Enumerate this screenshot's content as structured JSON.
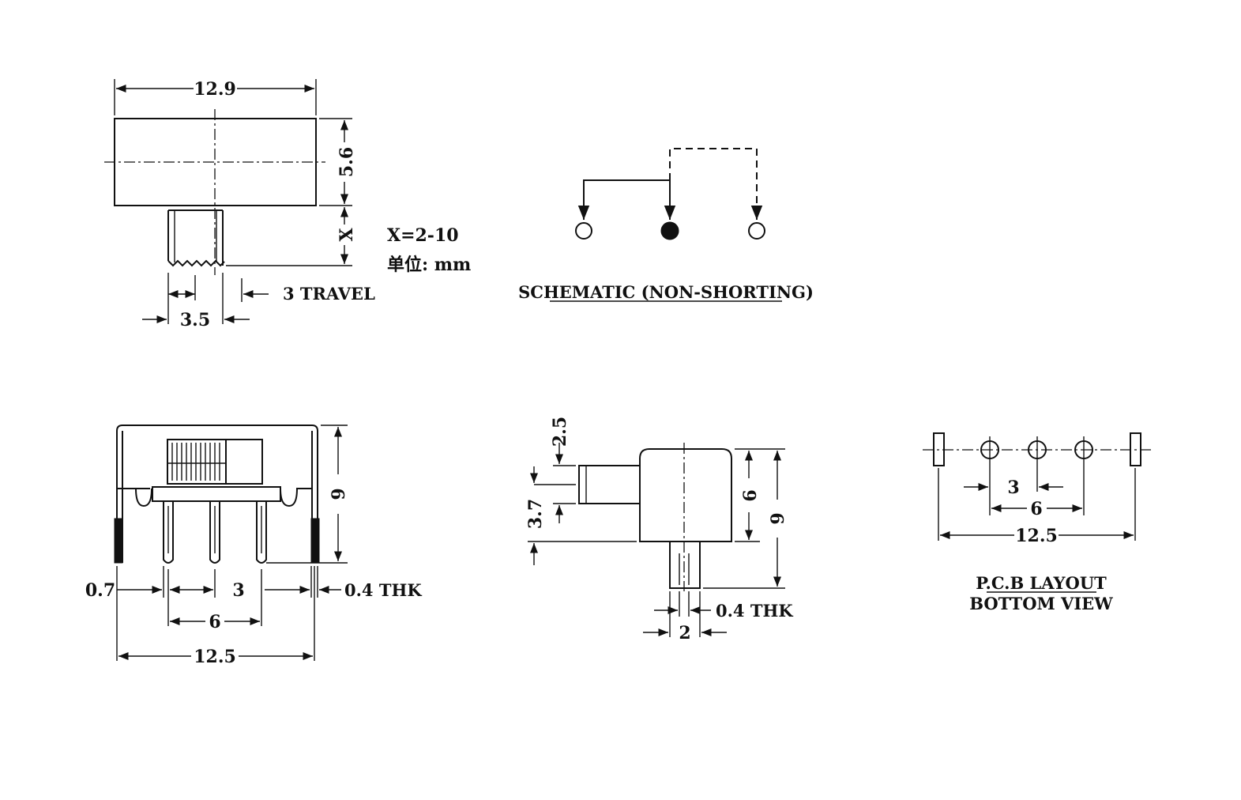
{
  "top_view": {
    "width": "12.9",
    "height": "5.6",
    "x_dim": "X",
    "x_range": "X=2-10",
    "unit": "单位: mm",
    "actuator_width": "3.5",
    "travel": "3 TRAVEL"
  },
  "schematic": {
    "caption": "SCHEMATIC (NON-SHORTING)"
  },
  "front_view": {
    "pin_width": "0.7",
    "pitch": "3",
    "pitch_double": "6",
    "total": "12.5",
    "thickness": "0.4 THK",
    "height": "9"
  },
  "side_view": {
    "actuator_height": "2.5",
    "actuator_offset": "3.7",
    "body_height": "6",
    "total_height": "9",
    "thickness": "0.4 THK",
    "pin_width": "2"
  },
  "pcb_layout": {
    "pitch": "3",
    "pitch_double": "6",
    "total": "12.5",
    "title": "P.C.B LAYOUT",
    "subtitle": "BOTTOM VIEW"
  }
}
